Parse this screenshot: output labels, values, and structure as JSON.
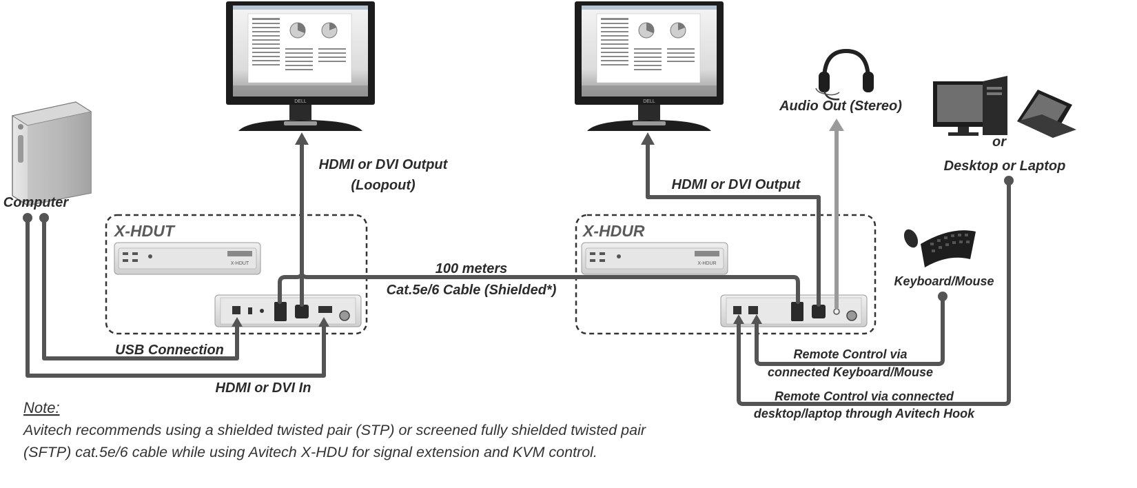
{
  "labels": {
    "computer": "Computer",
    "loopout_line1": "HDMI or DVI Output",
    "loopout_line2": "(Loopout)",
    "receiver_output": "HDMI or DVI Output",
    "audio_out": "Audio Out (Stereo)",
    "or": "or",
    "desktop_laptop": "Desktop or Laptop",
    "cable_length": "100 meters",
    "cable_type": "Cat.5e/6 Cable (Shielded*)",
    "keyboard_mouse": "Keyboard/Mouse",
    "usb_connection": "USB Connection",
    "hdmi_dvi_in": "HDMI or DVI In",
    "remote_kbm_line1": "Remote Control via",
    "remote_kbm_line2": "connected Keyboard/Mouse",
    "remote_hook_line1": "Remote Control via connected",
    "remote_hook_line2": "desktop/laptop through Avitech Hook"
  },
  "units": {
    "transmitter": "X-HDUT",
    "receiver": "X-HDUR",
    "transmitter_badge": "X-HDUT",
    "receiver_badge": "X-HDUR"
  },
  "monitors": {
    "brand": "DELL"
  },
  "note": {
    "title": "Note:",
    "line1": "Avitech recommends using a shielded twisted pair (STP) or screened fully shielded twisted pair",
    "line2": "(SFTP) cat.5e/6 cable while using Avitech  X-HDU for signal extension and KVM control."
  },
  "colors": {
    "cable": "#545454",
    "audio_cable": "#9a9a9a",
    "text": "#2b2b2b"
  },
  "icons": [
    "computer-tower-icon",
    "monitor-icon",
    "headphones-icon",
    "desktop-pc-icon",
    "laptop-icon",
    "keyboard-icon",
    "mouse-icon"
  ]
}
